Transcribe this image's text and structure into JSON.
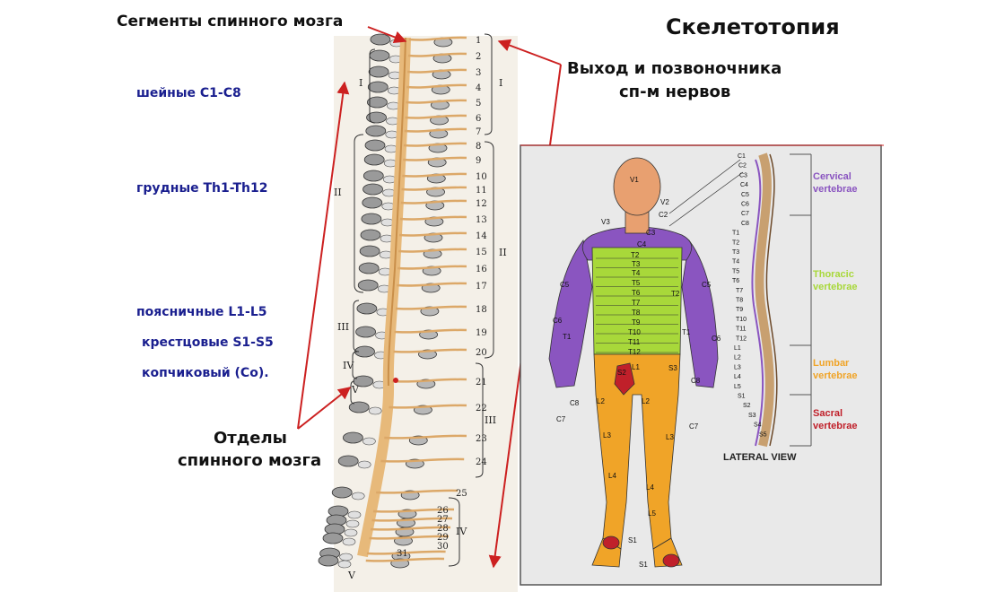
{
  "header": {
    "segments_title": "Сегменты спинного мозга",
    "skeletotopy_title": "Скелетотопия",
    "exit_label_line1": "Выход и позвоночника",
    "exit_label_line2": "сп-м нервов"
  },
  "regions": {
    "cervical": "шейные  С1-С8",
    "thoracic": "грудные Th1-Th12",
    "lumbar": "поясничные L1-L5",
    "sacral": "крестцовые S1-S5",
    "coccygeal": "копчиковый (Со)."
  },
  "divisions_label": {
    "line1": "Отделы",
    "line2": "спинного мозга"
  },
  "roman_left": [
    "I",
    "II",
    "III",
    "IV",
    "V"
  ],
  "roman_right": [
    "I",
    "II",
    "III",
    "IV",
    "V"
  ],
  "vertebra_numbers": [
    "1",
    "2",
    "3",
    "4",
    "5",
    "6",
    "7",
    "8",
    "9",
    "10",
    "11",
    "12",
    "13",
    "14",
    "15",
    "16",
    "17",
    "18",
    "19",
    "20",
    "21",
    "22",
    "23",
    "24",
    "25",
    "26",
    "27",
    "28",
    "29",
    "30",
    "31"
  ],
  "dermatome": {
    "body_labels": [
      "V1",
      "V2",
      "V3",
      "C2",
      "C3",
      "C4",
      "T2",
      "T3",
      "T4",
      "T5",
      "T6",
      "T7",
      "T8",
      "T9",
      "T10",
      "T11",
      "T12",
      "L1",
      "L2",
      "L3",
      "L4",
      "L5",
      "S2",
      "S3",
      "S1",
      "C5",
      "C6",
      "C7",
      "C8",
      "T1"
    ],
    "spine_labels": [
      "C1",
      "C2",
      "C3",
      "C4",
      "C5",
      "C6",
      "C7",
      "C8",
      "T1",
      "T2",
      "T3",
      "T4",
      "T5",
      "T6",
      "T7",
      "T8",
      "T9",
      "T10",
      "T11",
      "T12",
      "L1",
      "L2",
      "L3",
      "L4",
      "L5",
      "S1",
      "S2",
      "S3",
      "S4",
      "S5"
    ],
    "cervical_vertebrae": [
      "Cervical",
      "vertebrae"
    ],
    "thoracic_vertebrae": [
      "Thoracic",
      "vertebrae"
    ],
    "lumbar_vertebrae": [
      "Lumbar",
      "vertebrae"
    ],
    "sacral_vertebrae": [
      "Sacral",
      "vertebrae"
    ],
    "lateral_view": "LATERAL VIEW",
    "colors": {
      "cervical": "#8a55c0",
      "thoracic": "#a8d83a",
      "lumbar": "#f0a428",
      "sacral": "#c0202a",
      "face": "#e8a070"
    }
  },
  "accent_red": "#cc2020"
}
